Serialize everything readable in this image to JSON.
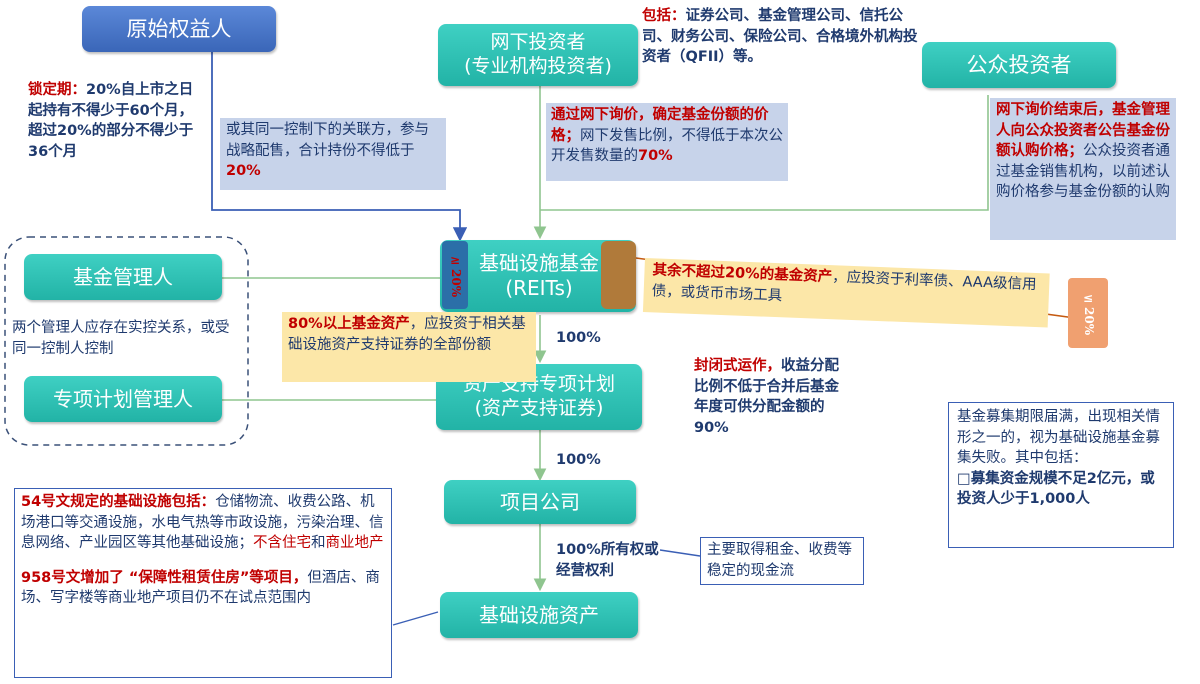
{
  "nodes": {
    "original_holder": "原始权益人",
    "offline_investor": "网下投资者",
    "offline_investor_sub": "(专业机构投资者)",
    "public_investor": "公众投资者",
    "reits_fund": "基础设施基金",
    "reits_fund_sub": "(REITs)",
    "fund_manager": "基金管理人",
    "abs_manager": "专项计划管理人",
    "abs_plan": "资产支持专项计划",
    "abs_plan_sub": "(资产支持证券)",
    "project_company": "项目公司",
    "infra_asset": "基础设施资产"
  },
  "badges": {
    "left_sym": "≥",
    "left_val": "20%",
    "right_sym": "≤",
    "right_val": "20%"
  },
  "notes": {
    "lockup_label": "锁定期：",
    "lockup_text_a": "20%自上市之日起持有不得少于",
    "lockup_text_b": "60个月，超过20%的部分不得少于36个月",
    "related_party_a": "或其同一控制下的关联方，参与战略配售，合计持份不得低于",
    "related_party_pct": "20%",
    "include_label": "包括：",
    "include_text": "证券公司、基金管理公司、信托公司、财务公司、保险公司、合格境外机构投资者（QFII）等。",
    "offline_pricing_red": "通过网下询价，确定基金份额的价格；",
    "offline_pricing_text": "网下发售比例，不得低于本次公开发售数量的",
    "offline_pricing_pct": "70%",
    "public_red": "网下询价结束后，基金管理人向公众投资者公告基金份额认购价格；",
    "public_text": "公众投资者通过基金销售机构，以前述认购价格参与基金份额的认购",
    "remaining_red": "其余不超过20%的基金资产",
    "remaining_text": "，应投资于利率债、AAA级信用债，或货币市场工具",
    "eighty_red": "80%以上基金资产",
    "eighty_text": "，应投资于相关基础设施资产支持证券的全部份额",
    "managers_relation": "两个管理人应存在实控关系，或受同一控制人控制",
    "closed_red": "封闭式运作，",
    "closed_text": "收益分配比例不低于合并后基金年度可供分配金额的",
    "closed_pct": "90%",
    "pct_100_a": "100%",
    "pct_100_b": "100%",
    "ownership": "100%所有权或经营权利",
    "cashflow": "主要取得租金、收费等稳定的现金流",
    "failure_text": "基金募集期限届满，出现相关情形之一的，视为基础设施基金募集失败。其中包括：",
    "failure_bullet": "募集资金规模不足2亿元，或投资人少于1,000人",
    "doc54_red": "54号文规定的基础设施包括：",
    "doc54_text": "仓储物流、收费公路、机场港口等交通设施，水电气热等市政设施，污染治理、信息网络、产业园区等其他基础设施；",
    "doc54_excl_a": "不含住宅",
    "doc54_and": "和",
    "doc54_excl_b": "商业地产",
    "doc958_red": "958号文增加了 “保障性租赁住房”等项目，",
    "doc958_text": "但酒店、商场、写字楼等商业地产项目仍不在试点范围内"
  },
  "colors": {
    "teal": "#2ec4b6",
    "blue_node": "#4a77c9",
    "red": "#c00000",
    "navy": "#1f3a6e",
    "orange": "#f0a070",
    "panel_blue": "#c7d3ea",
    "panel_yellow": "#fce7a8"
  }
}
